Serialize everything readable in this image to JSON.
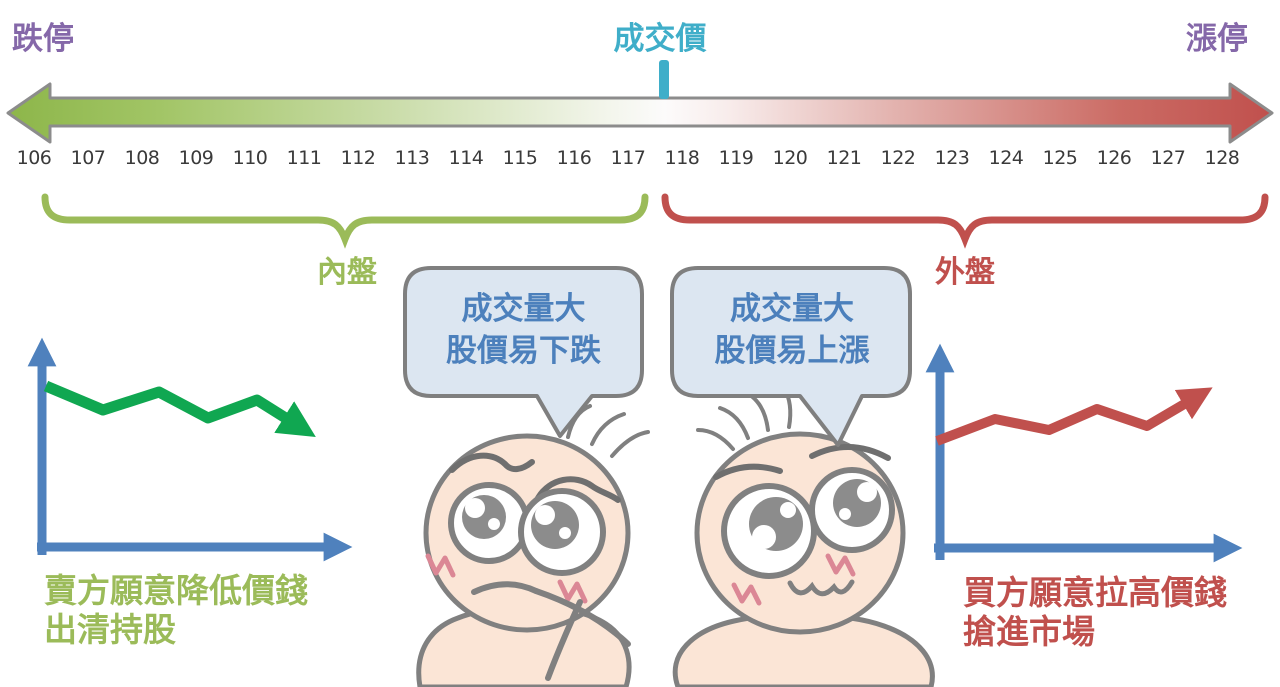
{
  "header": {
    "limit_down": "跌停",
    "deal_price": "成交價",
    "limit_up": "漲停"
  },
  "scale": {
    "ticks": [
      "106",
      "107",
      "108",
      "109",
      "110",
      "111",
      "112",
      "113",
      "114",
      "115",
      "116",
      "117",
      "118",
      "119",
      "120",
      "121",
      "122",
      "123",
      "124",
      "125",
      "126",
      "127",
      "128"
    ]
  },
  "groups": {
    "inner_label": "內盤",
    "outer_label": "外盤"
  },
  "bubbles": {
    "left": {
      "line1": "成交量大",
      "line2": "股價易下跌"
    },
    "right": {
      "line1": "成交量大",
      "line2": "股價易上漲"
    }
  },
  "captions": {
    "seller": {
      "line1": "賣方願意降低價錢",
      "line2": "出清持股"
    },
    "buyer": {
      "line1": "買方願意拉高價錢",
      "line2": "搶進市場"
    }
  },
  "colors": {
    "purple": "#8568A9",
    "teal": "#3FAEC9",
    "green": "#9BBB59",
    "red": "#C0504D",
    "blue_axis": "#4F81BD",
    "bubble_text_blue": "#4C80BC",
    "line_green": "#10A751",
    "line_red": "#C0504D",
    "bubble_fill": "#DCE6F1",
    "bubble_border": "#7F7F7F",
    "skin": "#FBE5D6",
    "outline_gray": "#808080",
    "blush_pink": "#DB8795",
    "tick_text": "#3A3A3A"
  }
}
